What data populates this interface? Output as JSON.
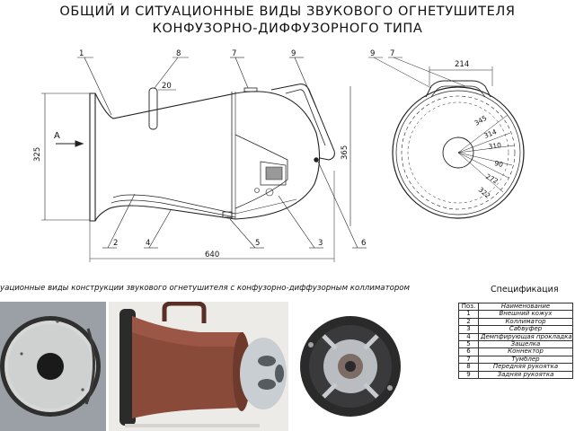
{
  "title": {
    "line1": "ОБЩИЙ И СИТУАЦИОННЫЕ ВИДЫ ЗВУКОВОГО ОГНЕТУШИТЕЛЯ",
    "line2": "КОНФУЗОРНО-ДИФФУЗОРНОГО ТИПА"
  },
  "side_view": {
    "callouts": [
      "1",
      "8",
      "7",
      "9",
      "2",
      "4",
      "5",
      "3",
      "6"
    ],
    "dim_20": "20",
    "dim_325": "325",
    "dim_365": "365",
    "dim_640": "640",
    "arrow_label": "A"
  },
  "front_view": {
    "callouts": [
      "9",
      "7"
    ],
    "dim_214": "214",
    "radii": [
      "345",
      "314",
      "310",
      "90",
      "272",
      "322"
    ]
  },
  "caption": "уационные виды конструкции звукового огнетушителя с конфузорно-диффузорным коллиматором",
  "spec": {
    "title": "Спецификация",
    "header": {
      "pos": "Поз.",
      "name": "Наименование"
    },
    "rows": [
      {
        "pos": "1",
        "name": "Внешний кожух"
      },
      {
        "pos": "2",
        "name": "Коллиматор"
      },
      {
        "pos": "3",
        "name": "Сабвуфер"
      },
      {
        "pos": "4",
        "name": "Демпфирующая прокладка"
      },
      {
        "pos": "5",
        "name": "Защелка"
      },
      {
        "pos": "6",
        "name": "Коннектор"
      },
      {
        "pos": "7",
        "name": "Тумблер"
      },
      {
        "pos": "8",
        "name": "Передняя рукоятка"
      },
      {
        "pos": "9",
        "name": "Задняя рукоятка"
      }
    ]
  },
  "colors": {
    "body_copper": "#8a4a3a",
    "metal": "#b8bcc0",
    "dark": "#2a2a2a"
  }
}
